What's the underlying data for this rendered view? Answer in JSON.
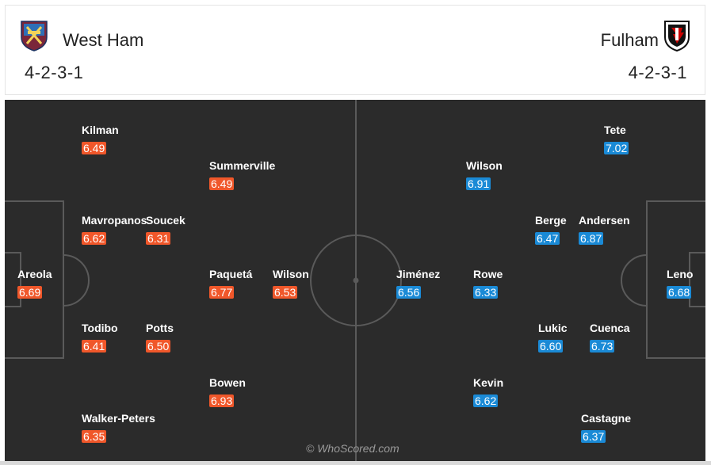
{
  "home": {
    "name": "West Ham",
    "formation": "4-2-3-1",
    "crest": "west-ham-crest-icon",
    "color": "#f0572a"
  },
  "away": {
    "name": "Fulham",
    "formation": "4-2-3-1",
    "crest": "fulham-crest-icon",
    "color": "#1a8ad6"
  },
  "home_players": [
    {
      "name": "Areola",
      "rating": "6.69"
    },
    {
      "name": "Kilman",
      "rating": "6.49"
    },
    {
      "name": "Mavropanos",
      "rating": "6.62"
    },
    {
      "name": "Todibo",
      "rating": "6.41"
    },
    {
      "name": "Walker-Peters",
      "rating": "6.35"
    },
    {
      "name": "Soucek",
      "rating": "6.31"
    },
    {
      "name": "Potts",
      "rating": "6.50"
    },
    {
      "name": "Summerville",
      "rating": "6.49"
    },
    {
      "name": "Paquetá",
      "rating": "6.77"
    },
    {
      "name": "Bowen",
      "rating": "6.93"
    },
    {
      "name": "Wilson",
      "rating": "6.53"
    }
  ],
  "away_players": [
    {
      "name": "Leno",
      "rating": "6.68"
    },
    {
      "name": "Tete",
      "rating": "7.02"
    },
    {
      "name": "Andersen",
      "rating": "6.87"
    },
    {
      "name": "Cuenca",
      "rating": "6.73"
    },
    {
      "name": "Castagne",
      "rating": "6.37"
    },
    {
      "name": "Berge",
      "rating": "6.47"
    },
    {
      "name": "Lukic",
      "rating": "6.60"
    },
    {
      "name": "Wilson",
      "rating": "6.91"
    },
    {
      "name": "Rowe",
      "rating": "6.33"
    },
    {
      "name": "Kevin",
      "rating": "6.62"
    },
    {
      "name": "Jiménez",
      "rating": "6.56"
    }
  ],
  "watermark": "© WhoScored.com"
}
